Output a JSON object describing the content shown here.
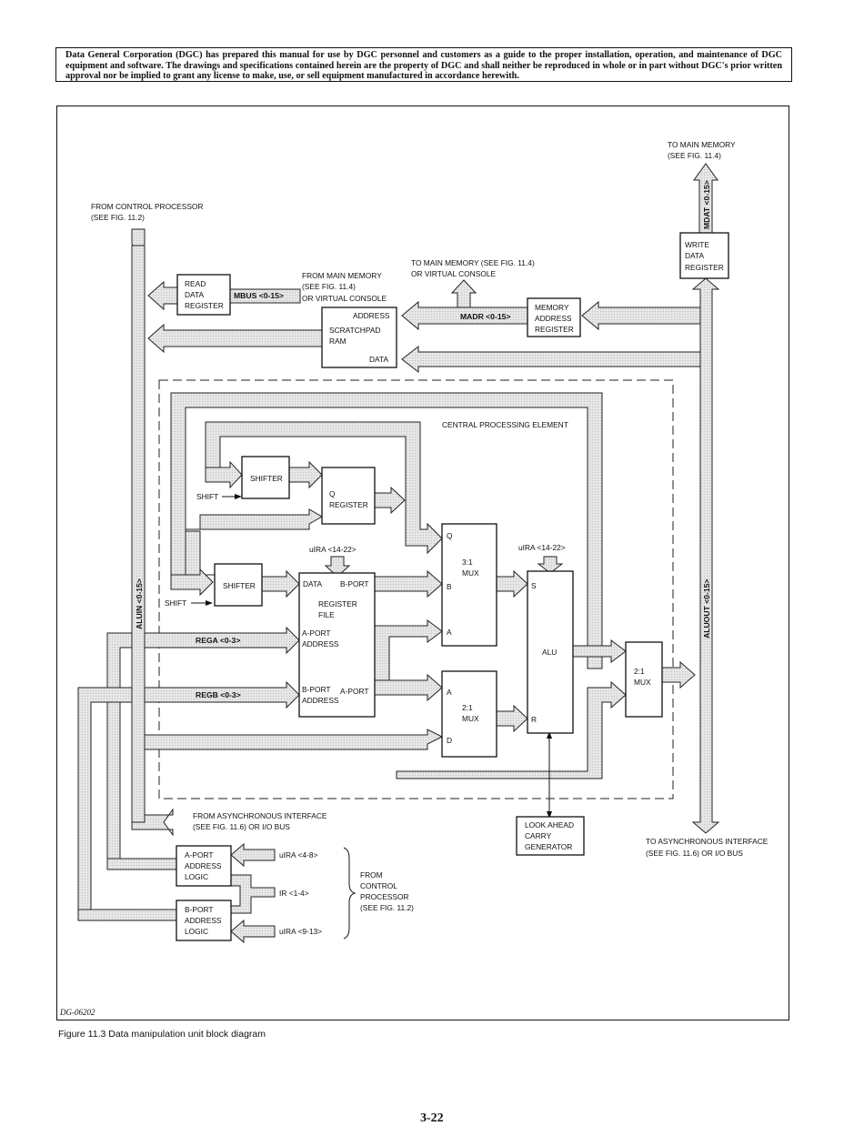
{
  "notice": "Data General Corporation (DGC) has prepared this manual for use by DGC personnel and customers as a guide to the proper installation, operation, and maintenance of DGC equipment and software. The drawings and specifications contained herein are the property of DGC and shall neither be reproduced in whole or in part without DGC's prior written approval nor be implied to grant any license to make, use, or sell equipment manufactured in accordance herewith.",
  "labels": {
    "from_cp_1": "FROM CONTROL PROCESSOR",
    "from_cp_2": "(SEE FIG. 11.2)",
    "to_mm_top_1": "TO MAIN MEMORY",
    "to_mm_top_2": "(SEE FIG. 11.4)",
    "mdat": "MDAT <0-15>",
    "to_mm_mid_1": "TO MAIN MEMORY (SEE FIG. 11.4)",
    "to_mm_mid_2": "OR VIRTUAL CONSOLE",
    "from_mm_1": "FROM MAIN MEMORY",
    "from_mm_2": "(SEE FIG. 11.4)",
    "from_mm_3": "OR VIRTUAL CONSOLE",
    "mbus": "MBUS <0-15>",
    "madr": "MADR <0-15>",
    "cpe": "CENTRAL PROCESSING ELEMENT",
    "shift1": "SHIFT",
    "shift2": "SHIFT",
    "ulra_a": "uIRA <14-22>",
    "ulra_b": "uIRA <14-22>",
    "alun": "ALUIN <0-15>",
    "aluout": "ALUOUT <0-15>",
    "rega": "REGA <0-3>",
    "regb": "REGB <0-3>",
    "from_async_1": "FROM ASYNCHRONOUS INTERFACE",
    "from_async_2": "(SEE FIG. 11.6) OR I/O BUS",
    "to_async_1": "TO ASYNCHRONOUS INTERFACE",
    "to_async_2": "(SEE FIG. 11.6) OR I/O BUS",
    "ulra_48": "uIRA <4-8>",
    "ir_14": "IR <1-4>",
    "ulra_913": "uIRA <9-13>",
    "from_cp2_1": "FROM",
    "from_cp2_2": "CONTROL",
    "from_cp2_3": "PROCESSOR",
    "from_cp2_4": "(SEE FIG. 11.2)"
  },
  "blocks": {
    "read_data_reg": [
      "READ",
      "DATA",
      "REGISTER"
    ],
    "scratchpad": {
      "address": "ADDRESS",
      "name1": "SCRATCHPAD",
      "name2": "RAM",
      "data": "DATA"
    },
    "mem_addr_reg": [
      "MEMORY",
      "ADDRESS",
      "REGISTER"
    ],
    "write_data_reg": [
      "WRITE",
      "DATA",
      "REGISTER"
    ],
    "shifter_top": "SHIFTER",
    "q_register": [
      "Q",
      "REGISTER"
    ],
    "shifter_bottom": "SHIFTER",
    "register_file": {
      "data": "DATA",
      "bport": "B-PORT",
      "name1": "REGISTER",
      "name2": "FILE",
      "aport_addr1": "A-PORT",
      "aport_addr2": "ADDRESS",
      "bport_addr1": "B-PORT",
      "bport_addr2": "ADDRESS",
      "aport": "A-PORT"
    },
    "mux31": {
      "q": "Q",
      "name1": "3:1",
      "name2": "MUX",
      "b": "B",
      "a": "A"
    },
    "mux21_left": {
      "a": "A",
      "name1": "2:1",
      "name2": "MUX",
      "d": "D"
    },
    "alu": {
      "s": "S",
      "name": "ALU",
      "r": "R"
    },
    "mux21_right": [
      "2:1",
      "MUX"
    ],
    "carry_gen": [
      "LOOK AHEAD",
      "CARRY",
      "GENERATOR"
    ],
    "aport_logic": [
      "A-PORT",
      "ADDRESS",
      "LOGIC"
    ],
    "bport_logic": [
      "B-PORT",
      "ADDRESS",
      "LOGIC"
    ]
  },
  "dg_code": "DG-06202",
  "caption": "Figure 11.3 Data manipulation unit block diagram",
  "page_number": "3-22"
}
